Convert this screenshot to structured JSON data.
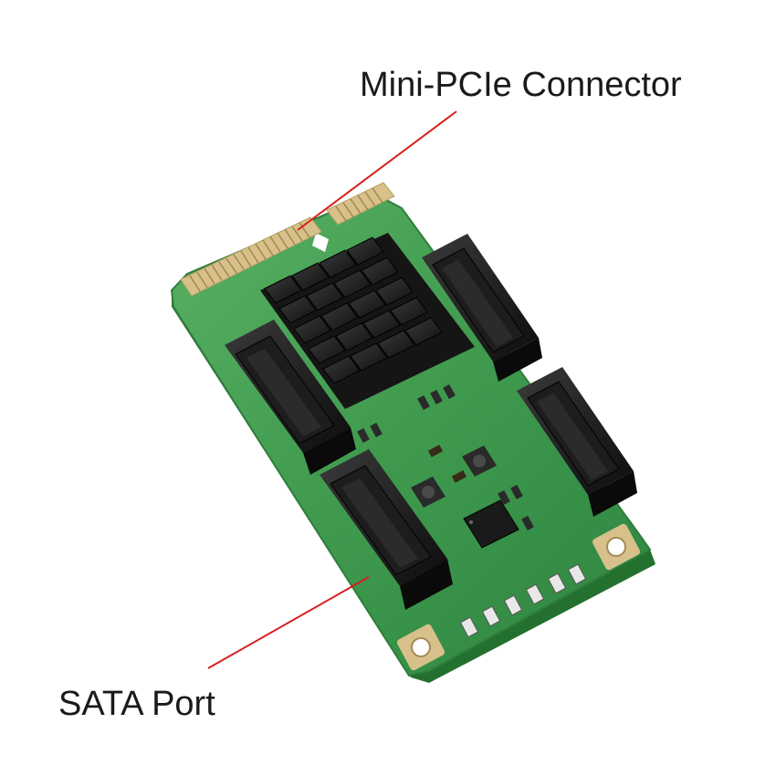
{
  "callouts": {
    "connector_label": "Mini-PCIe Connector",
    "port_label": "SATA Port",
    "line_color": "#d81e1e"
  },
  "board": {
    "pcb_color": "#3f9a4e",
    "pcb_edge_color": "#2f7d3c",
    "connector_type": "SATA",
    "port_count": 4,
    "heatsink_color": "#1c1c1c",
    "gold_color": "#d7c08a"
  }
}
